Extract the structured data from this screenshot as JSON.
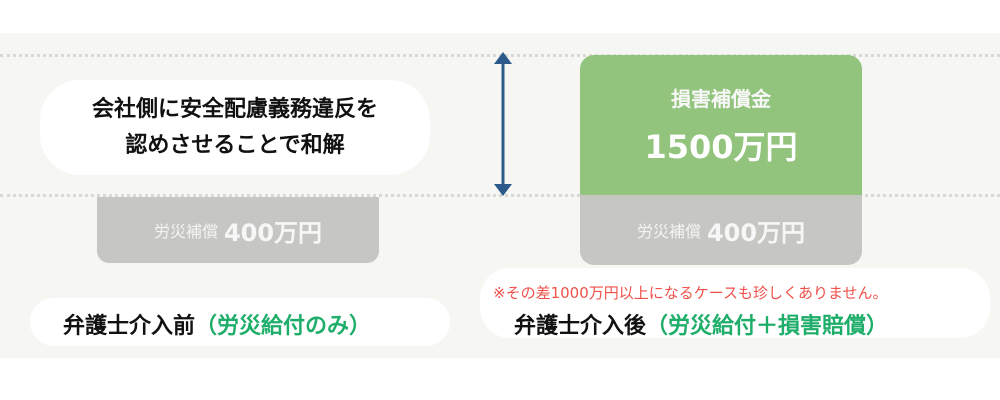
{
  "left": {
    "message_line1": "会社側に安全配慮義務違反を",
    "message_line2": "認めさせることで和解",
    "rosai_label": "労災補償",
    "rosai_amount": "400万円",
    "caption_main": "弁護士介入前",
    "caption_paren": "（労災給付のみ）"
  },
  "right": {
    "damages_label": "損害補償金",
    "damages_amount": "1500万円",
    "rosai_label": "労災補償",
    "rosai_amount": "400万円",
    "note": "※その差1000万円以上になるケースも珍しくありません。",
    "caption_main": "弁護士介入後",
    "caption_paren": "（労災給付＋損害賠償）"
  },
  "colors": {
    "green": "#93c47d",
    "gray": "#c6c6c3",
    "arrow": "#2c5a8a",
    "note": "#f0504a",
    "accent": "#1fae6a"
  }
}
